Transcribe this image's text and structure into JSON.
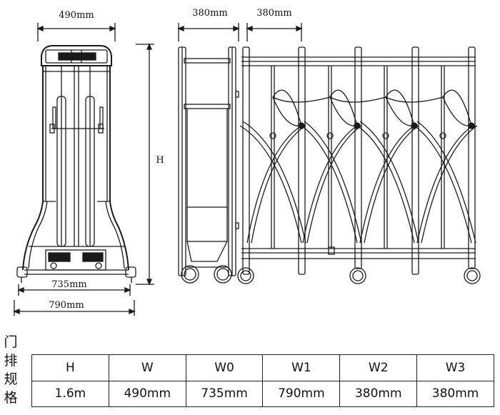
{
  "dimensions": {
    "top_width": "490mm",
    "height": "H",
    "inner_base_width": "735mm",
    "outer_base_width": "790mm",
    "head_section_width": "380mm",
    "unit_section_width": "380mm"
  },
  "side_label": [
    "门",
    "排",
    "规",
    "格"
  ],
  "spec_table": {
    "headers": [
      "H",
      "W",
      "W0",
      "W1",
      "W2",
      "W3"
    ],
    "values": [
      "1.6m",
      "490mm",
      "735mm",
      "790mm",
      "380mm",
      "380mm"
    ]
  },
  "colors": {
    "line": "#1a1a1a",
    "background": "#ffffff"
  }
}
